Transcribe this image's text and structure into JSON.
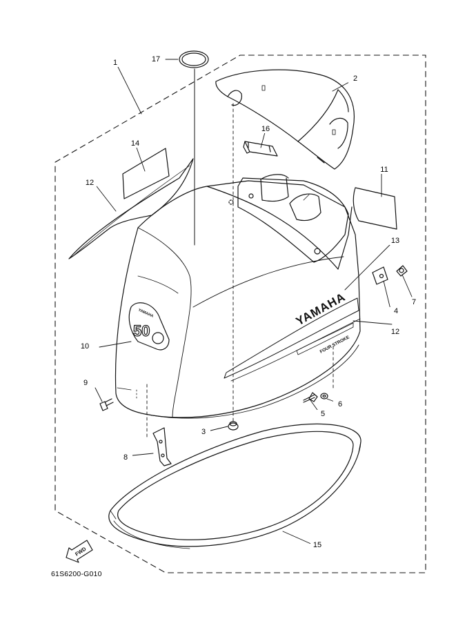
{
  "diagram": {
    "drawing_code": "61S6200-G010",
    "fwd_label": "FWD",
    "cowling_logo": "YAMAHA",
    "emblem_logo": "YAMAHA",
    "emblem_number": "50",
    "stripe_text": "FOUR STROKE",
    "colors": {
      "line": "#111111",
      "background": "#ffffff",
      "shade": "#dddddd"
    }
  },
  "callouts": [
    {
      "id": "1",
      "part": "top-cowling"
    },
    {
      "id": "2",
      "part": "upper-front-cover"
    },
    {
      "id": "3",
      "part": "grommet"
    },
    {
      "id": "4",
      "part": "clip"
    },
    {
      "id": "5",
      "part": "bolt"
    },
    {
      "id": "6",
      "part": "washer"
    },
    {
      "id": "7",
      "part": "screw"
    },
    {
      "id": "8",
      "part": "bracket"
    },
    {
      "id": "9",
      "part": "bolt"
    },
    {
      "id": "10",
      "part": "emblem"
    },
    {
      "id": "11",
      "part": "label-right"
    },
    {
      "id": "12",
      "part": "stripe-graphic"
    },
    {
      "id": "13",
      "part": "yamaha-graphic"
    },
    {
      "id": "14",
      "part": "label-left"
    },
    {
      "id": "15",
      "part": "seal"
    },
    {
      "id": "16",
      "part": "damper"
    },
    {
      "id": "17",
      "part": "o-ring"
    }
  ],
  "labels": {
    "c1": "1",
    "c2": "2",
    "c3": "3",
    "c4": "4",
    "c5": "5",
    "c6": "6",
    "c7": "7",
    "c8": "8",
    "c9": "9",
    "c10": "10",
    "c11": "11",
    "c12a": "12",
    "c12b": "12",
    "c13": "13",
    "c14": "14",
    "c15": "15",
    "c16": "16",
    "c17": "17"
  }
}
